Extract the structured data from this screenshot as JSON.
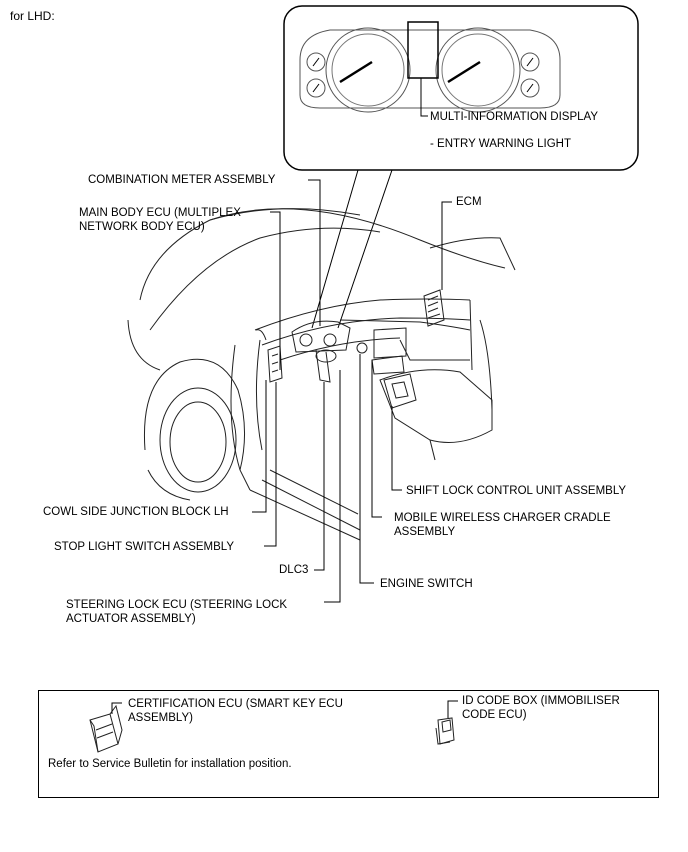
{
  "header": {
    "label": "for LHD:"
  },
  "callout": {
    "display_label": "MULTI-INFORMATION DISPLAY",
    "warning_label": "- ENTRY WARNING LIGHT"
  },
  "labels": {
    "combination_meter": "COMBINATION METER ASSEMBLY",
    "main_body_ecu": "MAIN BODY ECU (MULTIPLEX\nNETWORK BODY ECU)",
    "ecm": "ECM",
    "shift_lock": "SHIFT LOCK CONTROL UNIT ASSEMBLY",
    "wireless_charger": "MOBILE WIRELESS CHARGER CRADLE\nASSEMBLY",
    "cowl_junction": "COWL SIDE JUNCTION BLOCK LH",
    "stop_light": "STOP LIGHT SWITCH ASSEMBLY",
    "dlc3": "DLC3",
    "engine_switch": "ENGINE SWITCH",
    "steering_lock": "STEERING LOCK ECU (STEERING LOCK\nACTUATOR ASSEMBLY)"
  },
  "note": {
    "certification_ecu": "CERTIFICATION ECU (SMART KEY ECU\nASSEMBLY)",
    "id_code_box": "ID CODE BOX (IMMOBILISER\nCODE ECU)",
    "refer_text": "Refer to Service Bulletin for installation position."
  }
}
